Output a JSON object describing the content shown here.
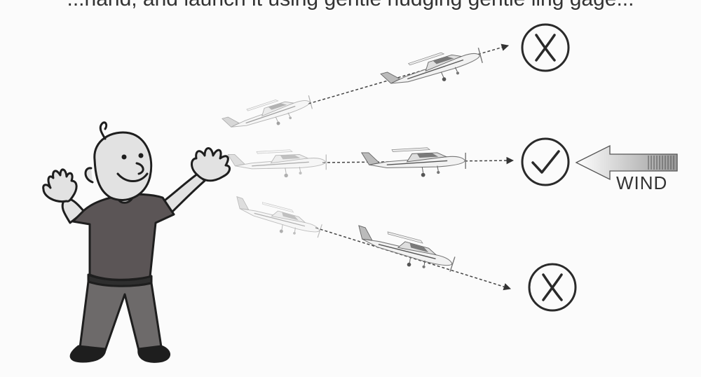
{
  "caption": "...hand, and launch it using gentle nudging gentle ling gage...",
  "wind": {
    "label": "WIND"
  },
  "outcomes": [
    {
      "id": "top",
      "mark": "cross",
      "symbol": "X"
    },
    {
      "id": "middle",
      "mark": "check",
      "symbol": "✓"
    },
    {
      "id": "bottom",
      "mark": "cross",
      "symbol": "X"
    }
  ],
  "colors": {
    "ink": "#2a2a2a",
    "shirt": "#5b5556",
    "pants": "#6d6a6a",
    "skin": "#e2e2e2",
    "plane": "#8c8c8c"
  },
  "icons": [
    "boy-figure",
    "airplane-icon",
    "cross-circle-icon",
    "check-circle-icon",
    "wind-arrow-icon"
  ]
}
